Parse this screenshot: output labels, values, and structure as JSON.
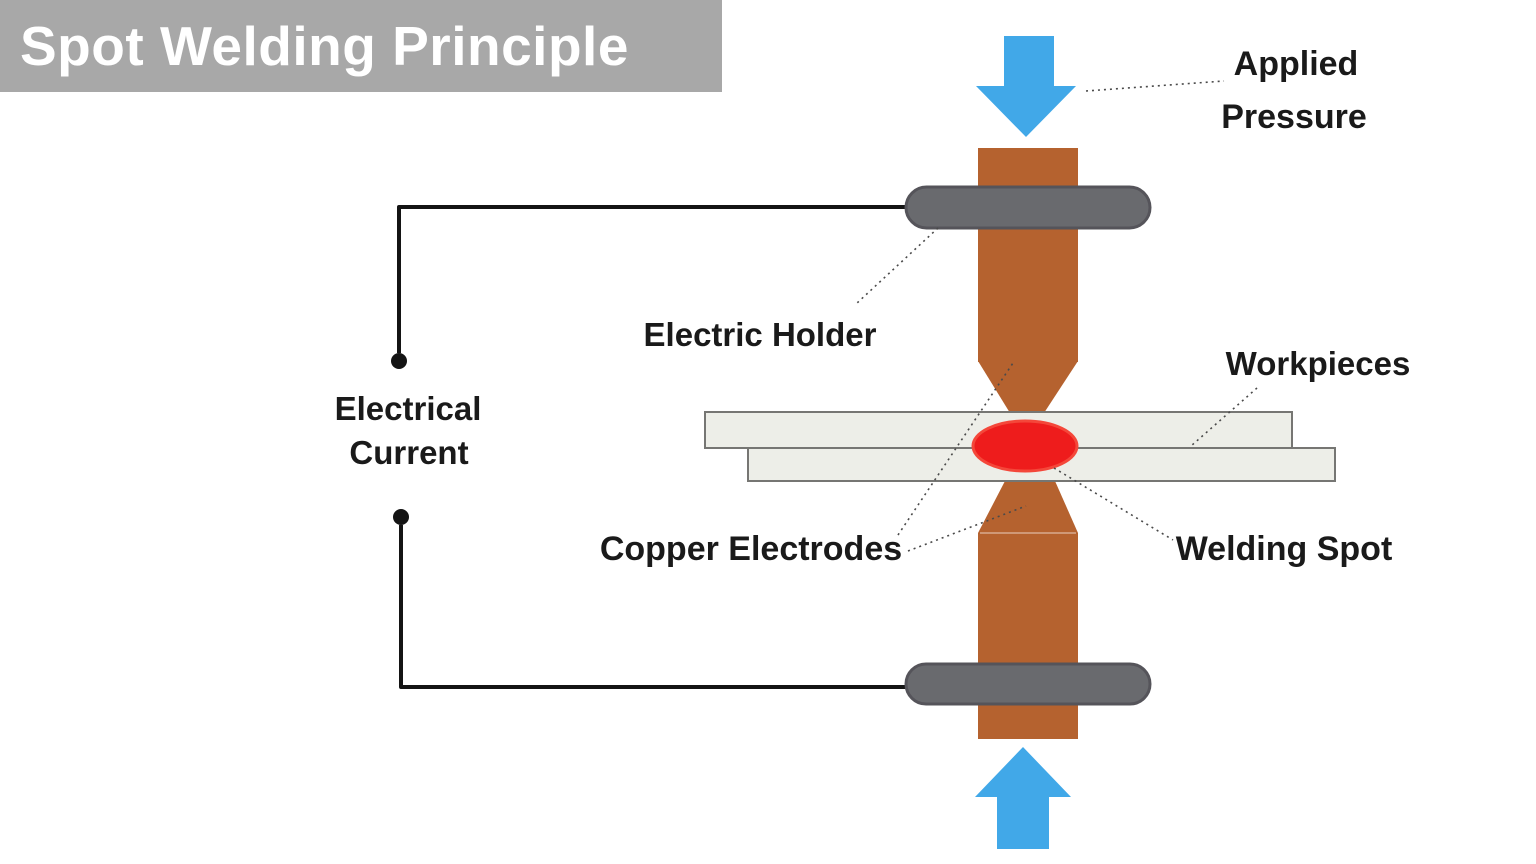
{
  "title": "Spot Welding Principle",
  "diagram": {
    "labels": {
      "applied_pressure": {
        "line1": "Applied",
        "line2": "Pressure"
      },
      "electric_holder": "Electric Holder",
      "electrical_current": {
        "line1": "Electrical",
        "line2": "Current"
      },
      "workpieces": "Workpieces",
      "copper_electrodes": "Copper Electrodes",
      "welding_spot": "Welding Spot"
    },
    "colors": {
      "title_background": "#a8a8a8",
      "title_text": "#ffffff",
      "pressure_arrow_blue": "#41a8e8",
      "copper_electrode_brown": "#b5622f",
      "holder_gray": "#696a6e",
      "holder_border_gray": "#55545a",
      "workpiece_fill": "#edeee8",
      "workpiece_border": "#767673",
      "welding_spot_red": "#ee1c1c",
      "welding_spot_edge": "#f4473a",
      "wire_black": "#141414",
      "label_text": "#1a1a1a",
      "background": "#ffffff"
    }
  }
}
